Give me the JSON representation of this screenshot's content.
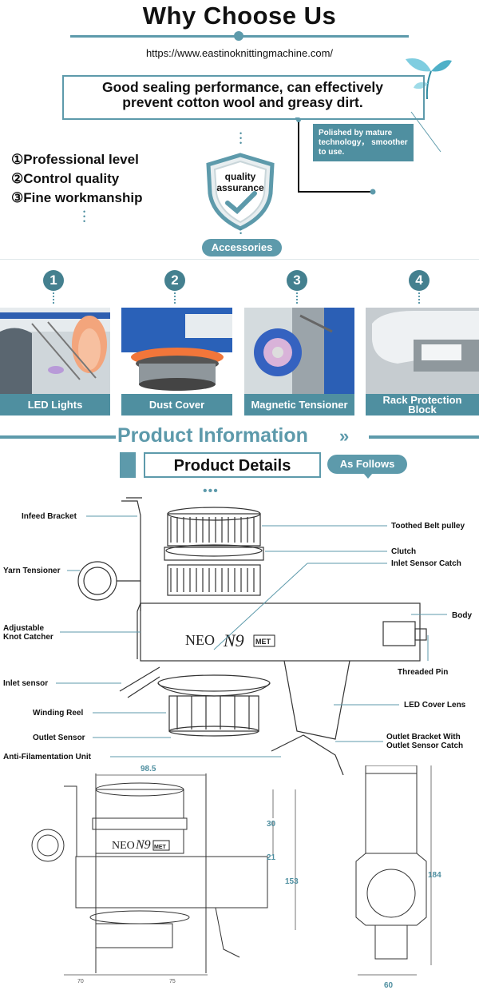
{
  "header": {
    "title": "Why Choose Us",
    "url": "https://www.eastinoknittingmachine.com/"
  },
  "intro": {
    "sealing_line1": "Good sealing performance, can effectively",
    "sealing_line2": "prevent cotton wool and greasy dirt.",
    "polish_line1": "Polished by mature",
    "polish_line2": "technology， smoother",
    "polish_line3": "to use.",
    "features": [
      "①Professional level",
      "②Control quality",
      "③Fine workmanship"
    ],
    "badge_line1": "quality",
    "badge_line2": "assurance"
  },
  "accessories": {
    "label": "Accessories",
    "items": [
      {
        "num": "1",
        "caption": "LED Lights"
      },
      {
        "num": "2",
        "caption": "Dust Cover"
      },
      {
        "num": "3",
        "caption": "Magnetic Tensioner"
      },
      {
        "num": "4",
        "caption_line1": "Rack Protection",
        "caption_line2": "Block"
      }
    ]
  },
  "product_info": {
    "title": "Product Information",
    "arrow": "»",
    "details": "Product Details",
    "as_follows": "As Follows",
    "dots": "•••"
  },
  "diagram": {
    "labels": {
      "infeed_bracket": "Infeed Bracket",
      "yarn_tensioner": "Yarn Tensioner",
      "knot_catcher_1": "Adjustable",
      "knot_catcher_2": "Knot Catcher",
      "inlet_sensor": "Inlet sensor",
      "winding_reel": "Winding Reel",
      "outlet_sensor": "Outlet Sensor",
      "anti_filamentation": "Anti-Filamentation Unit",
      "toothed_belt": "Toothed Belt pulley",
      "clutch": "Clutch",
      "inlet_sensor_catch": "Inlet Sensor Catch",
      "body": "Body",
      "threaded_pin": "Threaded Pin",
      "led_cover": "LED Cover Lens",
      "outlet_bracket_1": "Outlet Bracket With",
      "outlet_bracket_2": "Outlet Sensor Catch"
    },
    "brand": "NEO",
    "model": "N9",
    "met": "MET",
    "dims": {
      "top": "98.5",
      "d30": "30",
      "d21": "21",
      "d153": "153",
      "d184": "184",
      "d60": "60",
      "d70": "70",
      "d75": "75"
    }
  }
}
